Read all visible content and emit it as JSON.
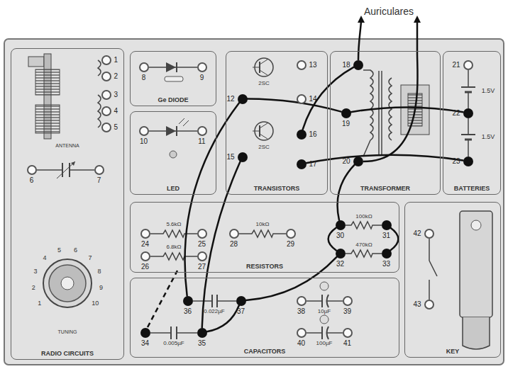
{
  "diagram": {
    "nodes": [
      {
        "text": [
          "RADIO CIRCUITS"
        ]
      },
      {
        "text": [
          "Ge DIODE"
        ]
      },
      {
        "text": [
          "LED"
        ]
      },
      {
        "text": [
          "TRANSISTORS"
        ]
      },
      {
        "text": [
          "TRANSFORMER"
        ]
      },
      {
        "text": [
          "BATTERIES"
        ]
      },
      {
        "text": [
          "RESISTORS"
        ]
      },
      {
        "text": [
          "CAPACITORS"
        ]
      },
      {
        "text": [
          "KEY"
        ]
      },
      {
        "text": [
          "1"
        ],
        "in": 0
      },
      {
        "text": [
          "2"
        ],
        "in": 0
      },
      {
        "text": [
          "3"
        ],
        "in": 0
      },
      {
        "text": [
          "4"
        ],
        "in": 0
      },
      {
        "text": [
          "5"
        ],
        "in": 0
      },
      {
        "text": [
          "6"
        ],
        "in": 0
      },
      {
        "text": [
          "7"
        ],
        "in": 0
      },
      {
        "text": [
          "8"
        ],
        "in": 1
      },
      {
        "text": [
          "9"
        ],
        "in": 1
      },
      {
        "text": [
          "10"
        ],
        "in": 2
      },
      {
        "text": [
          "11"
        ],
        "in": 2
      },
      {
        "text": [
          "12"
        ],
        "in": 3
      },
      {
        "text": [
          "13"
        ],
        "in": 3
      },
      {
        "text": [
          "14"
        ],
        "in": 3
      },
      {
        "text": [
          "15"
        ],
        "in": 3
      },
      {
        "text": [
          "16"
        ],
        "in": 3
      },
      {
        "text": [
          "17"
        ],
        "in": 3
      },
      {
        "text": [
          "18"
        ],
        "in": 4
      },
      {
        "text": [
          "19"
        ],
        "in": 4
      },
      {
        "text": [
          "20"
        ],
        "in": 4
      },
      {
        "text": [
          "21"
        ],
        "in": 5
      },
      {
        "text": [
          "22"
        ],
        "in": 5
      },
      {
        "text": [
          "23"
        ],
        "in": 5
      },
      {
        "text": [
          "24"
        ],
        "in": 6
      },
      {
        "text": [
          "25"
        ],
        "in": 6
      },
      {
        "text": [
          "26"
        ],
        "in": 6
      },
      {
        "text": [
          "27"
        ],
        "in": 6
      },
      {
        "text": [
          "28"
        ],
        "in": 6
      },
      {
        "text": [
          "29"
        ],
        "in": 6
      },
      {
        "text": [
          "30"
        ],
        "in": 6
      },
      {
        "text": [
          "31"
        ],
        "in": 6
      },
      {
        "text": [
          "32"
        ],
        "in": 6
      },
      {
        "text": [
          "33"
        ],
        "in": 6
      },
      {
        "text": [
          "34"
        ],
        "in": 7
      },
      {
        "text": [
          "35"
        ],
        "in": 7
      },
      {
        "text": [
          "36"
        ],
        "in": 7
      },
      {
        "text": [
          "37"
        ],
        "in": 7
      },
      {
        "text": [
          "38"
        ],
        "in": 7
      },
      {
        "text": [
          "39"
        ],
        "in": 7
      },
      {
        "text": [
          "40"
        ],
        "in": 7
      },
      {
        "text": [
          "41"
        ],
        "in": 7
      },
      {
        "text": [
          "42"
        ],
        "in": 8
      },
      {
        "text": [
          "43"
        ],
        "in": 8
      }
    ],
    "edges": [
      {
        "from": 20,
        "to": 27,
        "arrow": "none"
      },
      {
        "from": 20,
        "to": 44,
        "arrow": "none"
      },
      {
        "from": 26,
        "to": 24,
        "arrow": "none"
      },
      {
        "from": 27,
        "to": 30,
        "arrow": "none"
      },
      {
        "from": 31,
        "to": 25,
        "arrow": "none"
      },
      {
        "from": 28,
        "to": 38,
        "arrow": "none"
      },
      {
        "from": 38,
        "to": 40,
        "arrow": "none"
      },
      {
        "from": 39,
        "to": 41,
        "arrow": "none"
      },
      {
        "from": 45,
        "to": 40,
        "arrow": "none"
      },
      {
        "from": 23,
        "to": 43,
        "arrow": "none"
      },
      {
        "from": 43,
        "to": 45,
        "arrow": "none"
      }
    ],
    "labels": [
      "Auriculares",
      "ANTENNA",
      "TUNING",
      "2SC",
      "2SC",
      "1.5V",
      "1.5V",
      "5.6kΩ",
      "6.8kΩ",
      "10kΩ",
      "100kΩ",
      "470kΩ",
      "0.022µF",
      "0.005µF",
      "10µF",
      "100µF",
      "1",
      "2",
      "3",
      "4",
      "5",
      "6",
      "7",
      "8",
      "9",
      "10"
    ]
  }
}
